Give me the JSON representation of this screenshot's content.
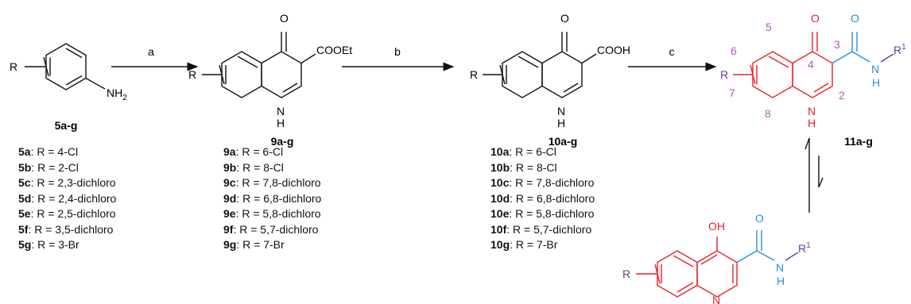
{
  "conditions": {
    "a": "a",
    "b": "b",
    "c": "c"
  },
  "compounds": {
    "aniline": {
      "label": "5a-g",
      "substituent": "R",
      "amine": "NH",
      "amine_sub": "2"
    },
    "ester": {
      "label": "9a-g",
      "substituent": "R",
      "carbonyl_o": "O",
      "ester_group": "COOEt",
      "nh_n": "N",
      "nh_h": "H"
    },
    "acid": {
      "label": "10a-g",
      "substituent": "R",
      "carbonyl_o": "O",
      "acid_group": "COOH",
      "nh_n": "N",
      "nh_h": "H"
    },
    "amide": {
      "label": "11a-g",
      "substituent": "R",
      "carbonyl_o": "O",
      "amide_o": "O",
      "amide_n": "N",
      "amide_h": "H",
      "r1": "R",
      "r1_sup": "1"
    },
    "hydroxy": {
      "substituent": "R",
      "oh": "OH",
      "amide_o": "O",
      "amide_n": "N",
      "amide_h": "H",
      "r1": "R",
      "r1_sup": "1",
      "ring_n": "N"
    }
  },
  "numbering": [
    "5",
    "6",
    "7",
    "8",
    "3",
    "4",
    "2"
  ],
  "colors": {
    "quinolone": "#e8202a",
    "amide": "#2b8fd6",
    "numbering": "#b05bb7",
    "r1": "#6a3d8f",
    "text": "#111111"
  },
  "lists": {
    "list5": [
      {
        "id": "5a",
        "text": ": R = 4-Cl"
      },
      {
        "id": "5b",
        "text": ": R = 2-Cl"
      },
      {
        "id": "5c",
        "text": ": R = 2,3-dichloro"
      },
      {
        "id": "5d",
        "text": ": R = 2,4-dichloro"
      },
      {
        "id": "5e",
        "text": ": R = 2,5-dichloro"
      },
      {
        "id": "5f",
        "text": ": R = 3,5-dichloro"
      },
      {
        "id": "5g",
        "text": ": R = 3-Br"
      }
    ],
    "list9": [
      {
        "id": "9a",
        "text": ": R = 6-Cl"
      },
      {
        "id": "9b",
        "text": ": R = 8-Cl"
      },
      {
        "id": "9c",
        "text": ": R = 7,8-dichloro"
      },
      {
        "id": "9d",
        "text": ": R = 6,8-dichloro"
      },
      {
        "id": "9e",
        "text": ": R = 5,8-dichloro"
      },
      {
        "id": "9f",
        "text": ": R = 5,7-dichloro"
      },
      {
        "id": "9g",
        "text": ": R = 7-Br"
      }
    ],
    "list10": [
      {
        "id": "10a",
        "text": ": R = 6-Cl"
      },
      {
        "id": "10b",
        "text": ": R = 8-Cl"
      },
      {
        "id": "10c",
        "text": ": R = 7,8-dichloro"
      },
      {
        "id": "10d",
        "text": ": R = 6,8-dichloro"
      },
      {
        "id": "10e",
        "text": ": R = 5,8-dichloro"
      },
      {
        "id": "10f",
        "text": ": R = 5,7-dichloro"
      },
      {
        "id": "10g",
        "text": ": R = 7-Br"
      }
    ]
  }
}
